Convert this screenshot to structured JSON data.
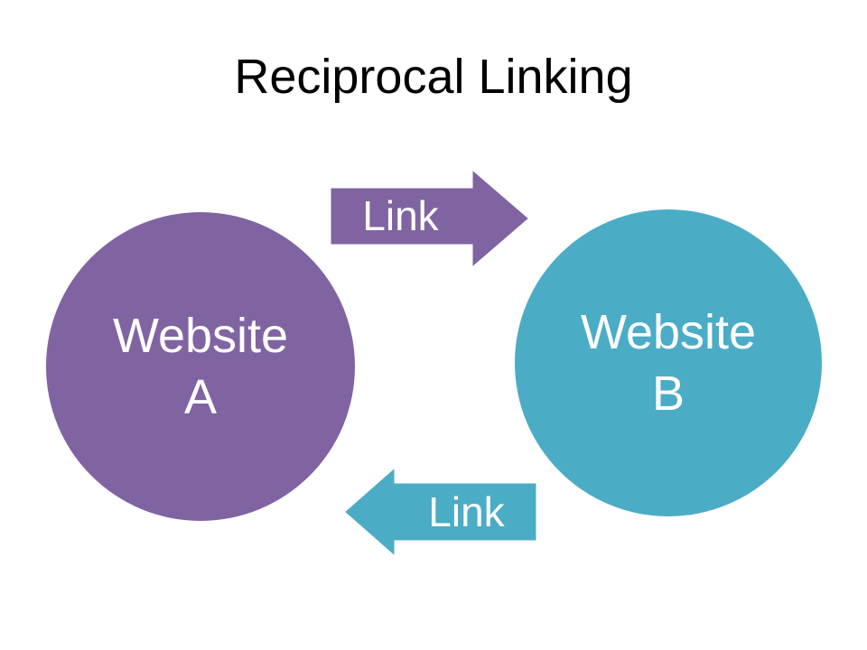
{
  "title": "Reciprocal Linking",
  "colors": {
    "background": "#FFFFFF",
    "purple": "#8064A2",
    "teal": "#4BACC6",
    "label_text": "#FFFFFF",
    "title_text": "#000000"
  },
  "diagram": {
    "nodes": [
      {
        "id": "website-a",
        "line1": "Website",
        "line2": "A",
        "color": "#8064A2"
      },
      {
        "id": "website-b",
        "line1": "Website",
        "line2": "B",
        "color": "#4BACC6"
      }
    ],
    "links": [
      {
        "label": "Link",
        "from": "Website A",
        "to": "Website B",
        "direction": "right",
        "color": "#8064A2"
      },
      {
        "label": "Link",
        "from": "Website B",
        "to": "Website A",
        "direction": "left",
        "color": "#4BACC6"
      }
    ]
  }
}
